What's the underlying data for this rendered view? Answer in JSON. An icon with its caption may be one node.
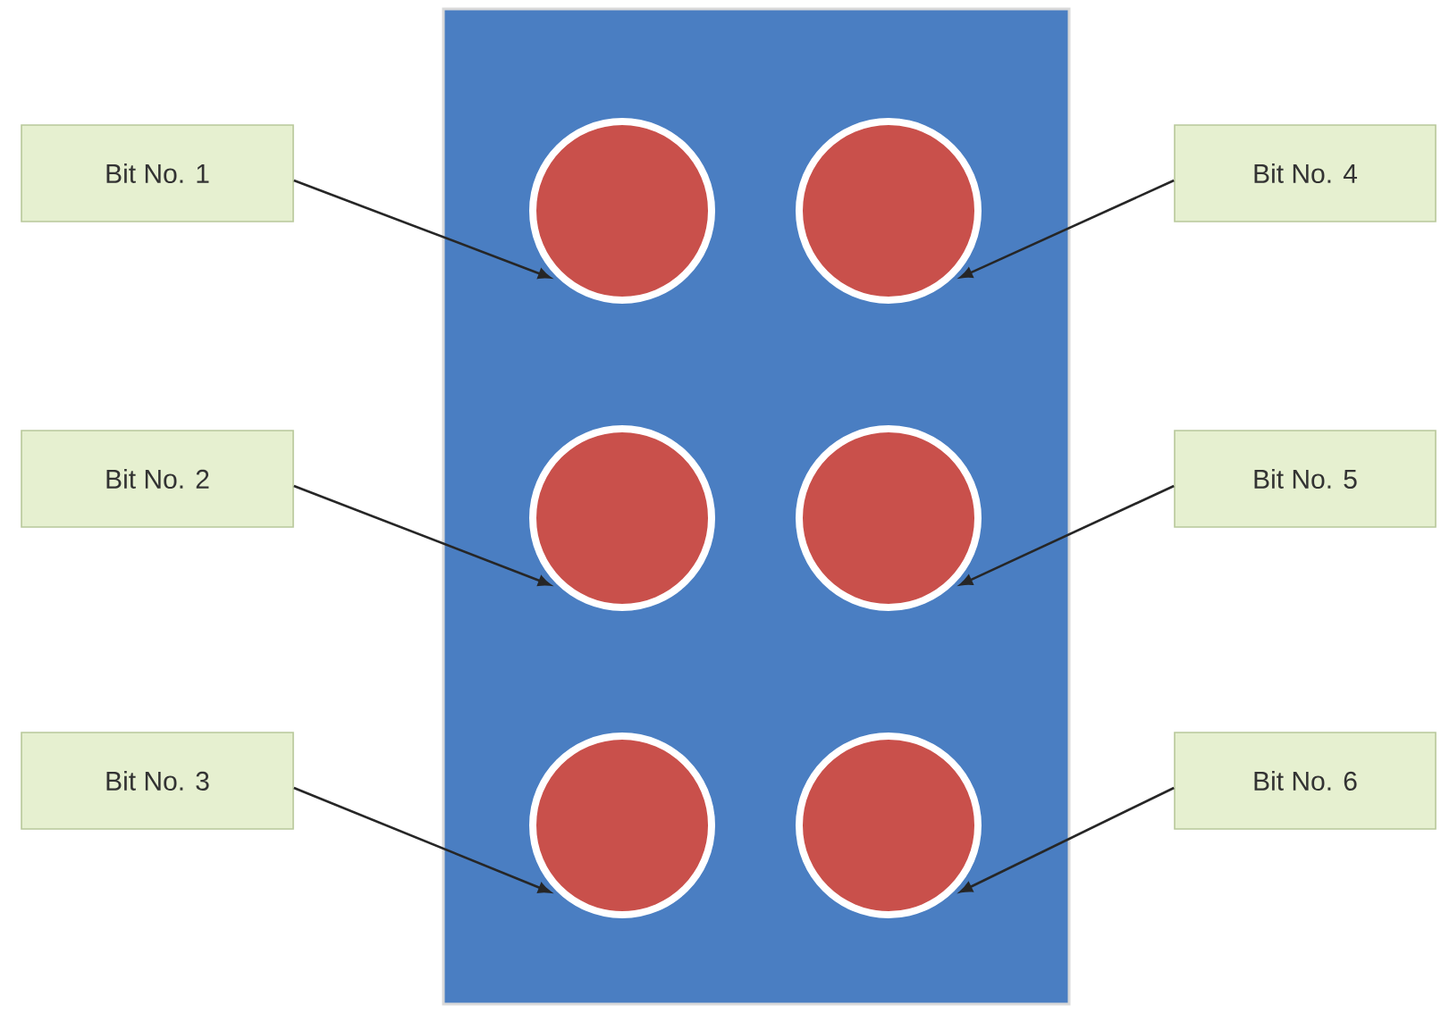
{
  "diagram": {
    "nodes": [
      {
        "text": [],
        "shape": "box"
      },
      {
        "text": [],
        "shape": "circle",
        "in": 0
      },
      {
        "text": [],
        "shape": "circle",
        "in": 0
      },
      {
        "text": [],
        "shape": "circle",
        "in": 0
      },
      {
        "text": [],
        "shape": "circle",
        "in": 0
      },
      {
        "text": [],
        "shape": "circle",
        "in": 0
      },
      {
        "text": [],
        "shape": "circle",
        "in": 0
      },
      {
        "text": [
          "Bit No. 1"
        ]
      },
      {
        "text": [
          "Bit No. 2"
        ]
      },
      {
        "text": [
          "Bit No. 3"
        ]
      },
      {
        "text": [
          "Bit No. 4"
        ]
      },
      {
        "text": [
          "Bit No. 5"
        ]
      },
      {
        "text": [
          "Bit No. 6"
        ]
      }
    ],
    "edges": [
      {
        "from": 7,
        "to": 1,
        "arrow": "to"
      },
      {
        "from": 8,
        "to": 3,
        "arrow": "to"
      },
      {
        "from": 9,
        "to": 5,
        "arrow": "to"
      },
      {
        "from": 10,
        "to": 2,
        "arrow": "to"
      },
      {
        "from": 11,
        "to": 4,
        "arrow": "to"
      },
      {
        "from": 12,
        "to": 6,
        "arrow": "to"
      }
    ]
  }
}
